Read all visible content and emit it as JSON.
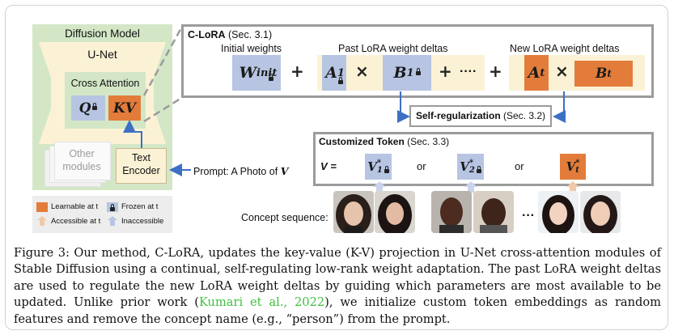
{
  "diffusion": {
    "title": "Diffusion Model",
    "unet": "U-Net",
    "cross_attention": "Cross Attention",
    "q": "Q",
    "kv": "KV",
    "other_modules": [
      "Other",
      "modules"
    ],
    "text_encoder": [
      "Text",
      "Encoder"
    ]
  },
  "prompt": {
    "prefix": "Prompt: A Photo of ",
    "token": "V"
  },
  "legend": {
    "learnable": "Learnable at t",
    "frozen": "Frozen at t",
    "accessible": "Accessible at t",
    "inaccessible": "Inaccessible"
  },
  "clora": {
    "title_bold": "C-LoRA",
    "title_ref": " (Sec. 3.1)",
    "initial_weights": "Initial weights",
    "past_deltas": "Past LoRA weight deltas",
    "new_deltas": "New LoRA weight deltas",
    "w_main": "W",
    "w_sub": "init",
    "a1_main": "A",
    "a1_sub": "1",
    "b1_main": "B",
    "b1_sub": "1",
    "at_main": "A",
    "at_sub": "t",
    "bt_main": "B",
    "bt_sub": "t",
    "plus": "+",
    "times": "×",
    "dots": "····"
  },
  "selfreg": {
    "bold": "Self-regularization",
    "ref": " (Sec. 3.2)"
  },
  "token": {
    "title_bold": "Customized Token",
    "title_ref": " (Sec. 3.3)",
    "v_label": "V =",
    "v1": "V",
    "v2": "V",
    "vt": "V",
    "or": "or",
    "v1_sub": "1",
    "v2_sub": "2",
    "vt_sub": "t",
    "star": "*"
  },
  "concept": {
    "label": "Concept sequence:",
    "ellipsis": "···"
  },
  "caption": {
    "part1": "Figure 3: Our method, C-LoRA, updates the key-value (K-V) projection in U-Net cross-attention modules of Stable Diffusion using a continual, self-regulating low-rank weight adaptation. The past LoRA weight deltas are used to regulate the new LoRA weight deltas by guiding which parameters are most available to be updated. Unlike prior work (",
    "cite": "Kumari et al., 2022",
    "part2": "), we initialize custom token embeddings as random features and remove the concept name (e.g., “person”) from the prompt."
  },
  "colors": {
    "green": "#d3e7c6",
    "cream": "#fbf2d6",
    "blue": "#b7c5e3",
    "orange": "#e37c3b",
    "arrow": "#3d6fc4",
    "cite": "#3fbf3f"
  }
}
